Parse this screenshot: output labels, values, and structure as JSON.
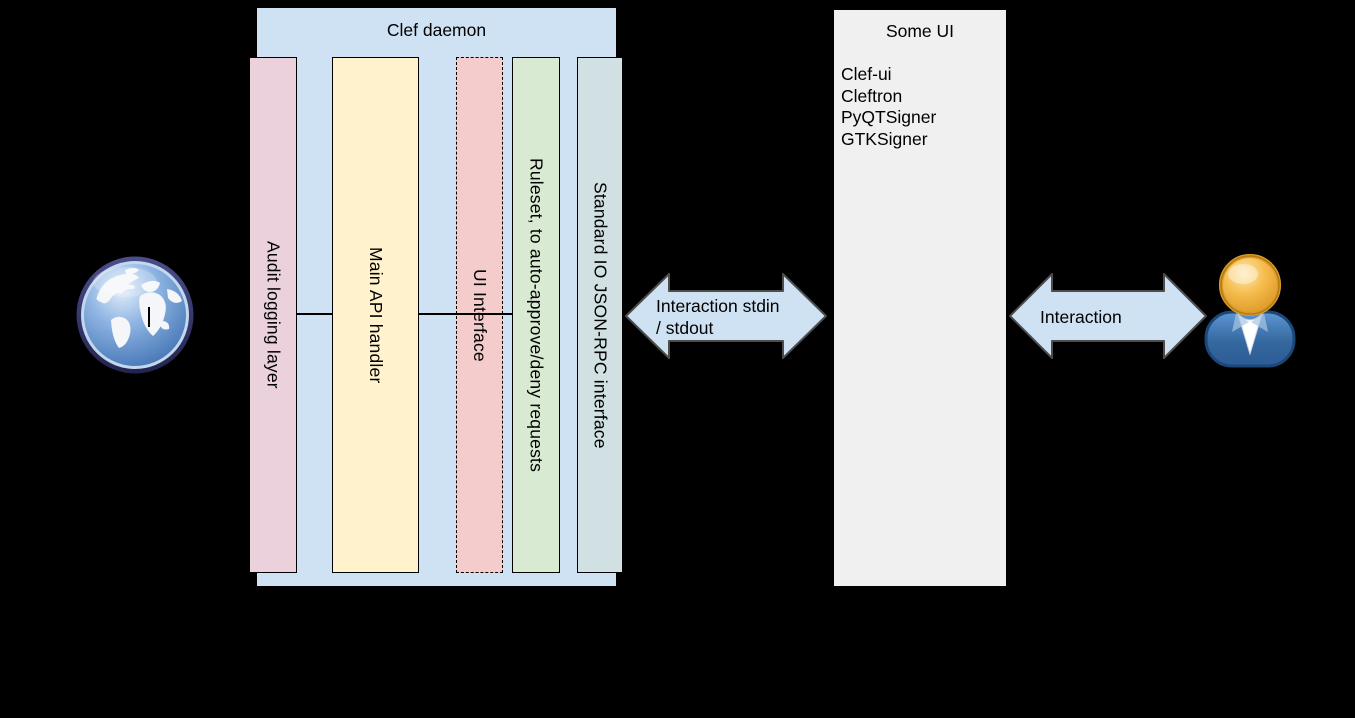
{
  "canvas": {
    "background": "#000000"
  },
  "clef_daemon": {
    "title": "Clef daemon",
    "fill": "#cfe2f3",
    "border_color": "#000000",
    "bars": [
      {
        "label": "Audit logging layer",
        "fill": "#ead1dc",
        "border_style": "solid"
      },
      {
        "label": "Main API handler",
        "fill": "#fff2cc",
        "border_style": "solid"
      },
      {
        "label": "UI Interface",
        "fill": "#f4cccc",
        "border_style": "dashed"
      },
      {
        "label": "Ruleset, to auto-approve/deny requests",
        "fill": "#d9ead3",
        "border_style": "solid"
      },
      {
        "label": "Standard IO JSON-RPC interface",
        "fill": "#d0e0e3",
        "border_style": "solid"
      }
    ]
  },
  "arrows": {
    "stdin_stdout": {
      "line1": "Interaction stdin",
      "line2": "/ stdout",
      "fill": "#cfe2f3",
      "border_color": "#4d4d4d",
      "direction": "bidirectional"
    },
    "user_interaction": {
      "label": "Interaction",
      "fill": "#cfe2f3",
      "border_color": "#4d4d4d",
      "direction": "bidirectional"
    }
  },
  "some_ui": {
    "title": "Some UI",
    "items": [
      "Clef-ui",
      "Cleftron",
      "PyQTSigner",
      "GTKSigner"
    ],
    "fill": "#f0f0f0",
    "border_color": "#000000"
  },
  "icons": {
    "globe": "internet-globe",
    "user": "user-person"
  }
}
